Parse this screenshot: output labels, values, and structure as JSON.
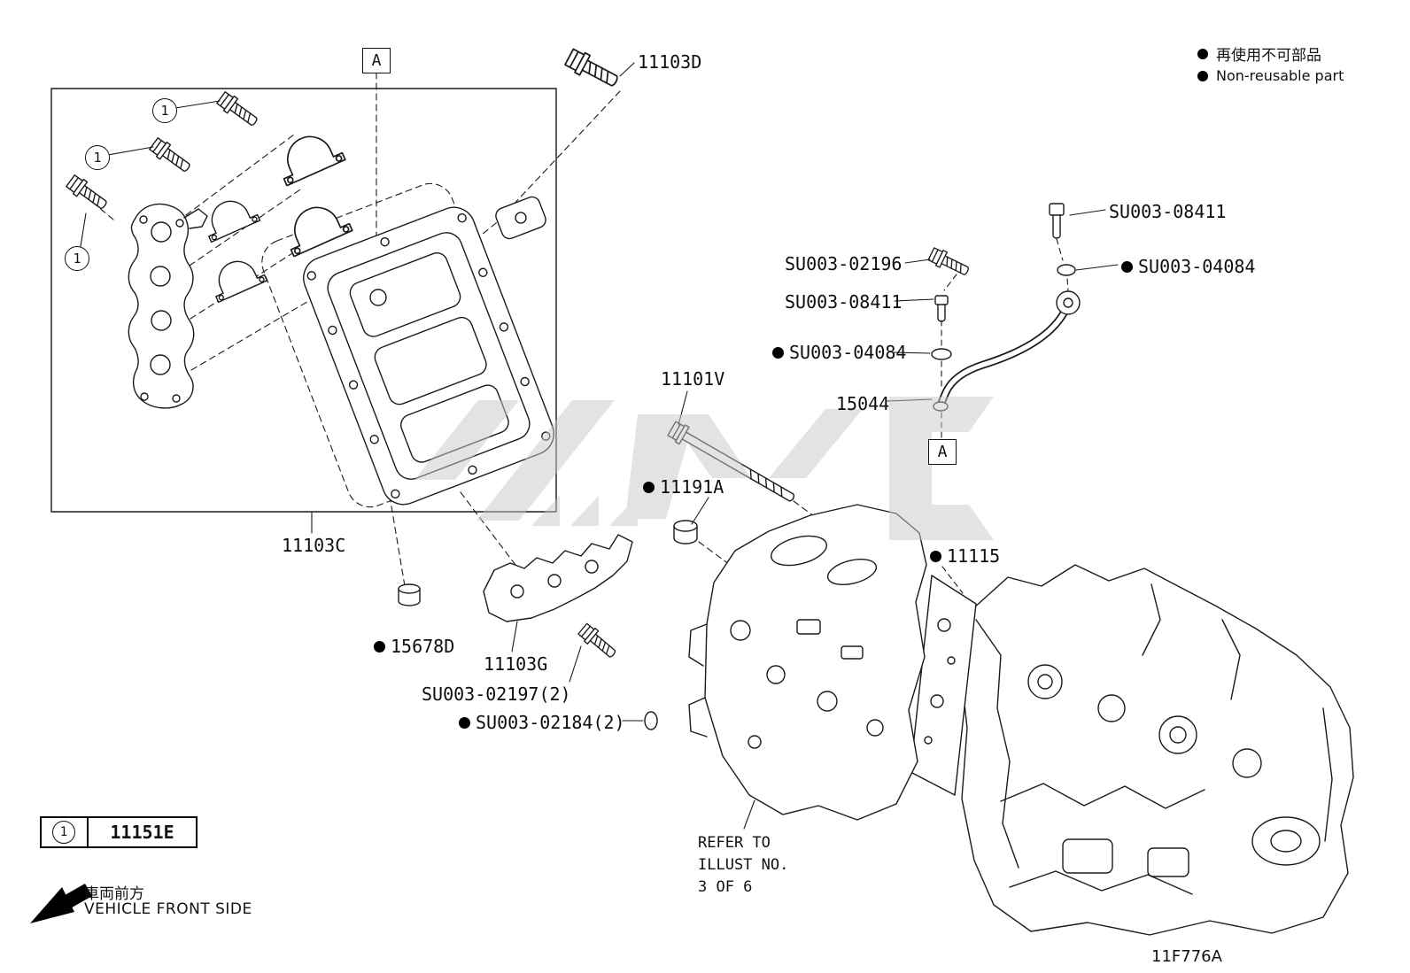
{
  "doc": {
    "drawing_code": "11F776A",
    "vehicle_front_jp": "車両前方",
    "vehicle_front_en": "VEHICLE FRONT SIDE"
  },
  "legend": {
    "non_reusable_jp": "再使用不可部品",
    "non_reusable_en": "Non-reusable part",
    "callout_num": "1",
    "callout_part": "11151E",
    "section_marker": "A"
  },
  "note": {
    "line1": "REFER TO",
    "line2": "ILLUST NO.",
    "line3": "3 OF 6"
  },
  "parts": {
    "p11103D": "11103D",
    "p11103C": "11103C",
    "p11103G": "11103G",
    "p11101V": "11101V",
    "p11191A": "11191A",
    "p11115": "11115",
    "p15678D": "15678D",
    "p15044": "15044",
    "su003_08411": "SU003-08411",
    "su003_04084": "SU003-04084",
    "su003_02196": "SU003-02196",
    "su003_02197": "SU003-02197(2)",
    "su003_02184": "SU003-02184(2)"
  },
  "colors": {
    "line": "#1a1a1a",
    "watermark": "#c9c9c9"
  }
}
